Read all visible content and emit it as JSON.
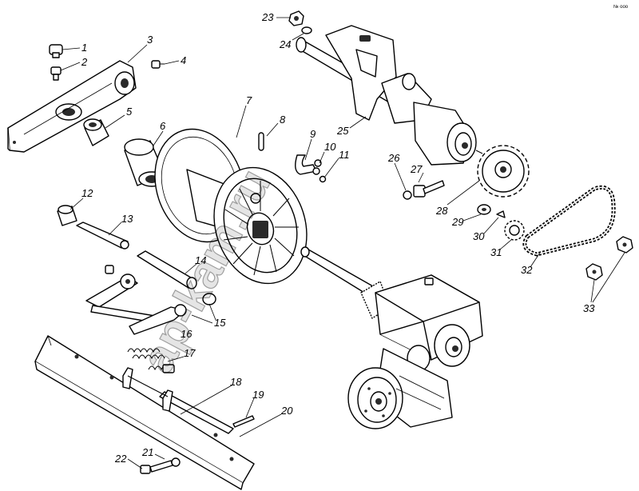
{
  "watermark": "ap-kam.ru",
  "corner_code": "№ ооо",
  "callouts": [
    "1",
    "2",
    "3",
    "4",
    "5",
    "6",
    "7",
    "8",
    "9",
    "10",
    "11",
    "12",
    "13",
    "14",
    "15",
    "16",
    "17",
    "18",
    "19",
    "20",
    "21",
    "22",
    "23",
    "24",
    "25",
    "26",
    "27",
    "28",
    "29",
    "30",
    "31",
    "32",
    "33"
  ]
}
